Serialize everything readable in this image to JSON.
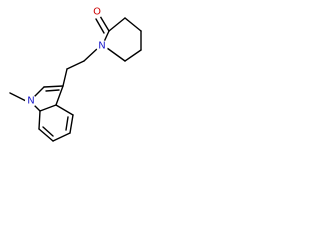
{
  "molecule": {
    "atoms": {
      "carbonyl_oxygen": {
        "label": "O",
        "color": "#cc0000"
      },
      "lactam_nitrogen": {
        "label": "N",
        "color": "#1a1acc"
      },
      "indole_nitrogen": {
        "label": "N",
        "color": "#1a1acc"
      }
    }
  }
}
